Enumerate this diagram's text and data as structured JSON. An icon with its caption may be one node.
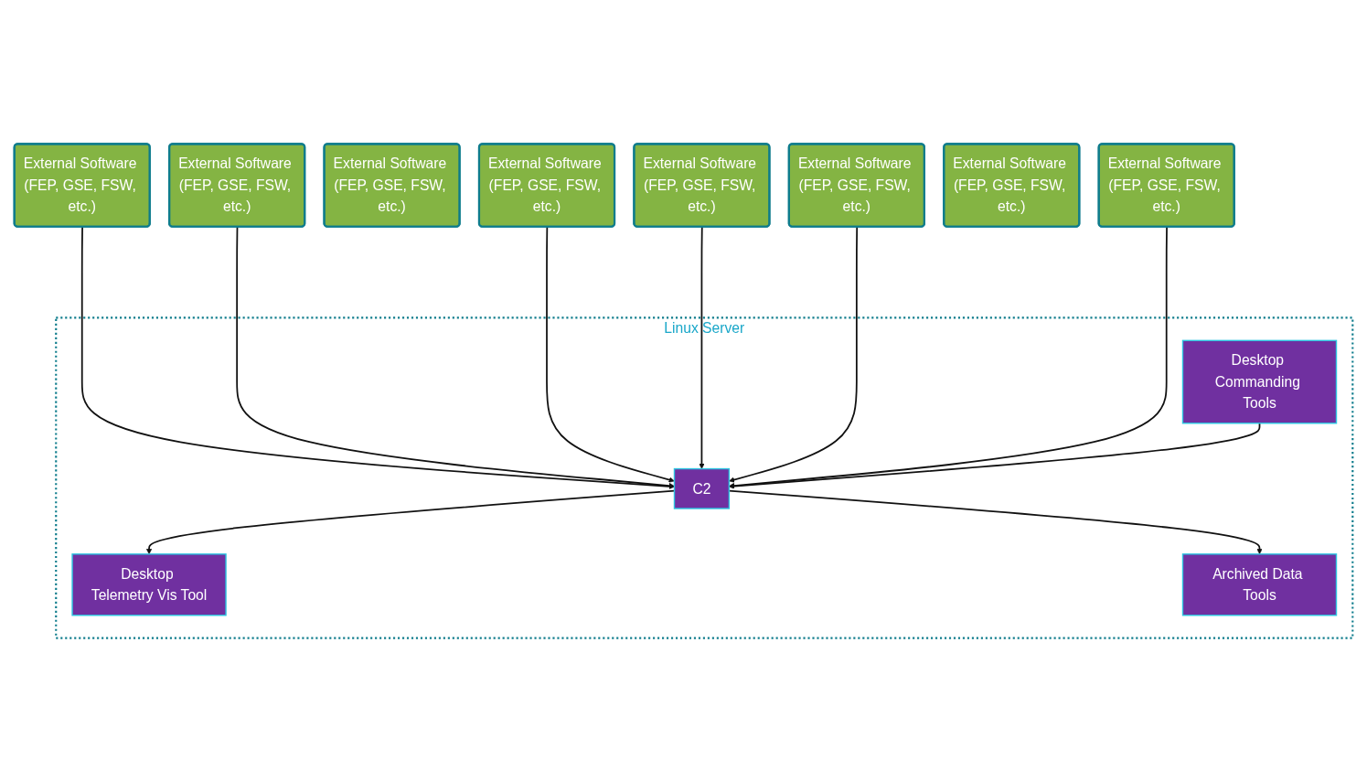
{
  "diagram": {
    "nodes": [
      {
        "text": [
          "External Software (FEP, GSE, FSW, etc.)"
        ]
      },
      {
        "text": [
          "External Software (FEP, GSE, FSW, etc.)"
        ]
      },
      {
        "text": [
          "External Software (FEP, GSE, FSW, etc.)"
        ]
      },
      {
        "text": [
          "External Software (FEP, GSE, FSW, etc.)"
        ]
      },
      {
        "text": [
          "External Software (FEP, GSE, FSW, etc.)"
        ]
      },
      {
        "text": [
          "External Software (FEP, GSE, FSW, etc.)"
        ]
      },
      {
        "text": [
          "External Software (FEP, GSE, FSW, etc.)"
        ]
      },
      {
        "text": [
          "External Software (FEP, GSE, FSW, etc.)"
        ]
      },
      {
        "text": [
          "Linux Server"
        ]
      },
      {
        "text": [
          "C2"
        ],
        "in": 8
      },
      {
        "text": [
          "Desktop Telemetry Vis Tool"
        ],
        "in": 8
      },
      {
        "text": [
          "Desktop Commanding Tools"
        ],
        "in": 8
      },
      {
        "text": [
          "Archived Data Tools"
        ],
        "in": 8
      }
    ],
    "edges": [
      {
        "from": 0,
        "to": 9,
        "arrow": "to"
      },
      {
        "from": 3,
        "to": 9,
        "arrow": "to"
      },
      {
        "from": 1,
        "to": 9,
        "arrow": "to"
      },
      {
        "from": 5,
        "to": 9,
        "arrow": "to"
      },
      {
        "from": 4,
        "to": 9,
        "arrow": "to"
      },
      {
        "from": 7,
        "to": 9,
        "arrow": "to"
      },
      {
        "from": 9,
        "to": 10,
        "arrow": "to"
      },
      {
        "from": 11,
        "to": 9,
        "arrow": "to"
      },
      {
        "from": 9,
        "to": 12,
        "arrow": "to"
      }
    ]
  }
}
